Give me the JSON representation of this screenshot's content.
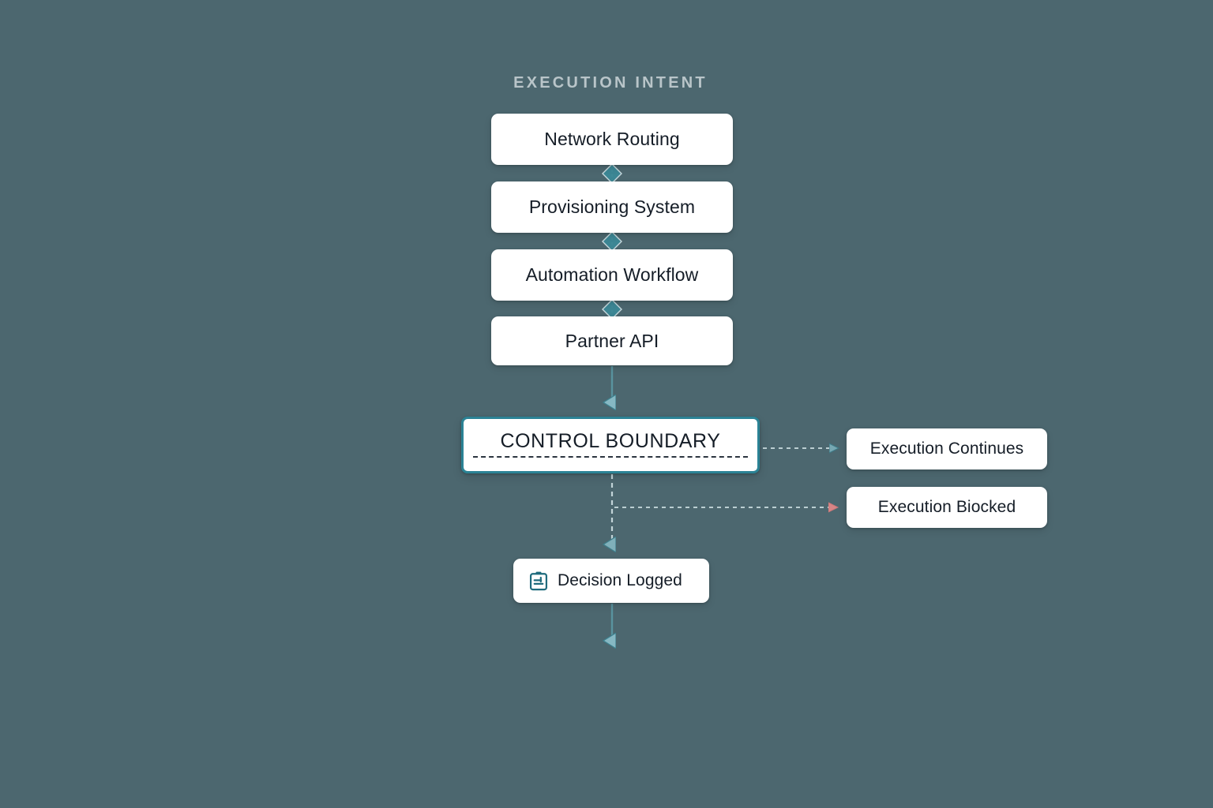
{
  "diagram": {
    "type": "flowchart",
    "background_color": "#4c676f",
    "title": "EXECUTION INTENT",
    "accent_color": "#2b8395",
    "arrow_color": "#6aa7b3",
    "blocked_arrow_color": "#f08b8b",
    "node_text_color": "#151d27",
    "title_color": "#b9c5c9",
    "pipeline": [
      {
        "id": "network-routing",
        "label": "Network Routing"
      },
      {
        "id": "provisioning-system",
        "label": "Provisioning System"
      },
      {
        "id": "automation-workflow",
        "label": "Automation Workflow"
      },
      {
        "id": "partner-api",
        "label": "Partner API"
      }
    ],
    "gate": {
      "id": "control-boundary",
      "label": "CONTROL BOUNDARY"
    },
    "outcomes": [
      {
        "id": "execution-continues",
        "label": "Execution Continues",
        "arrow": "allow"
      },
      {
        "id": "execution-blocked",
        "label": "Execution Biocked",
        "arrow": "block"
      }
    ],
    "log": {
      "id": "decision-logged",
      "label": "Decision Logged",
      "icon": "clipboard-check-icon"
    },
    "connectors": [
      {
        "from": "network-routing",
        "to": "provisioning-system",
        "marker": "diamond"
      },
      {
        "from": "provisioning-system",
        "to": "automation-workflow",
        "marker": "diamond"
      },
      {
        "from": "automation-workflow",
        "to": "partner-api",
        "marker": "diamond"
      },
      {
        "from": "partner-api",
        "to": "control-boundary",
        "marker": "arrow"
      },
      {
        "from": "control-boundary",
        "to": "execution-continues",
        "marker": "arrow"
      },
      {
        "from": "control-boundary",
        "to": "execution-blocked",
        "marker": "arrow-blocked"
      },
      {
        "from": "control-boundary",
        "to": "decision-logged",
        "marker": "arrow"
      },
      {
        "from": "decision-logged",
        "to": "",
        "marker": "arrow"
      }
    ]
  }
}
